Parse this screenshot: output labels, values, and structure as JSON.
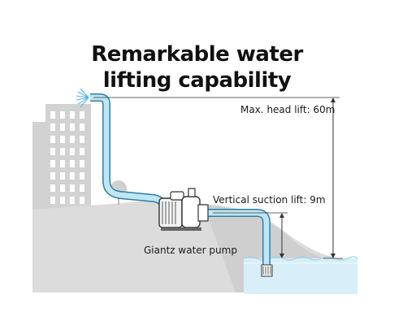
{
  "title": {
    "line1": "Remarkable water",
    "line2": "lifting capability"
  },
  "labels": {
    "max_head_lift": "Max. head lift: 60m",
    "vertical_suction_lift": "Vertical suction lift: 9m",
    "pump_name": "Giantz water pump"
  },
  "colors": {
    "pipe": "#bfe6f2",
    "pipe_outline": "#2f7fa6",
    "ground": "#dcdcdc",
    "building": "#d2d2d2",
    "water": "#d8eef8",
    "measure_line": "#333333",
    "spray": "#4fb4e8"
  },
  "icons": [
    "spray-icon",
    "water-pump-icon",
    "foot-valve-icon",
    "tree-icon",
    "building-icon"
  ]
}
